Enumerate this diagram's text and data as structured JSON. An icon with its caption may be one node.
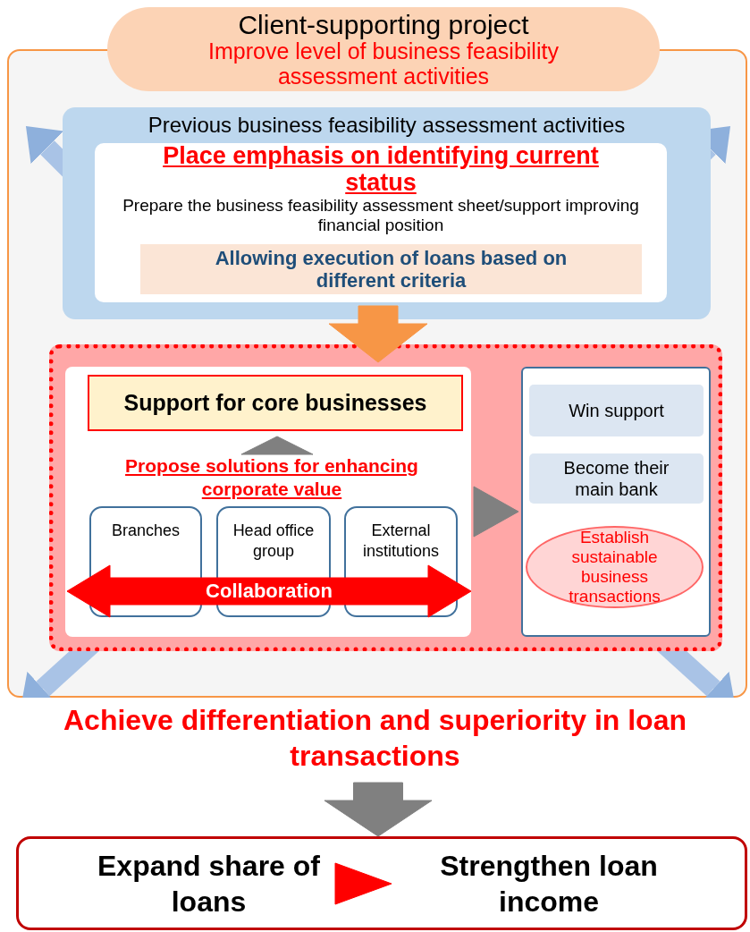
{
  "diagram": {
    "nodes": [
      {
        "text": [
          "Client-supporting project",
          "Improve level of business feasibility assessment activities"
        ]
      },
      {
        "text": [],
        "shape": "box"
      },
      {
        "text": [
          "Previous business feasibility assessment activities"
        ],
        "in": 1
      },
      {
        "text": [
          "Place emphasis on identifying current status",
          "Prepare the business feasibility assessment sheet/support improving financial position"
        ],
        "in": 2
      },
      {
        "text": [
          "Allowing execution of loans based on different criteria"
        ],
        "in": 3
      },
      {
        "text": [],
        "shape": "box",
        "in": 1
      },
      {
        "text": [],
        "shape": "box",
        "in": 5
      },
      {
        "text": [
          "Support for core businesses"
        ],
        "in": 6
      },
      {
        "text": [
          "Propose solutions for enhancing corporate value"
        ],
        "in": 6
      },
      {
        "text": [
          "Branches"
        ],
        "in": 6
      },
      {
        "text": [
          "Head office group"
        ],
        "in": 6
      },
      {
        "text": [
          "External institutions"
        ],
        "in": 6
      },
      {
        "text": [],
        "shape": "box",
        "in": 5
      },
      {
        "text": [
          "Win support"
        ],
        "in": 12
      },
      {
        "text": [
          "Become their main bank"
        ],
        "in": 12
      },
      {
        "text": [
          "Establish sustainable business transactions"
        ],
        "in": 12
      },
      {
        "text": [
          "Achieve differentiation and superiority in loan transactions"
        ]
      },
      {
        "text": [],
        "shape": "box"
      },
      {
        "text": [
          "Expand share of loans"
        ],
        "in": 17
      },
      {
        "text": [
          "Strengthen loan income"
        ],
        "in": 17
      }
    ],
    "edges": [
      {
        "from": 2,
        "to": 5,
        "arrow": "to",
        "style": "thick",
        "color": "#f79646"
      },
      {
        "from": 8,
        "to": 7,
        "arrow": "to"
      },
      {
        "from": 6,
        "to": 12,
        "arrow": "to"
      },
      {
        "from": 16,
        "to": 17,
        "arrow": "to",
        "style": "thick"
      },
      {
        "from": 18,
        "to": 19,
        "arrow": "to",
        "color": "#ff0000"
      },
      {
        "from": 9,
        "to": 11,
        "arrow": "both",
        "label": "Collaboration",
        "style": "thick",
        "color": "#ff0000"
      }
    ]
  }
}
